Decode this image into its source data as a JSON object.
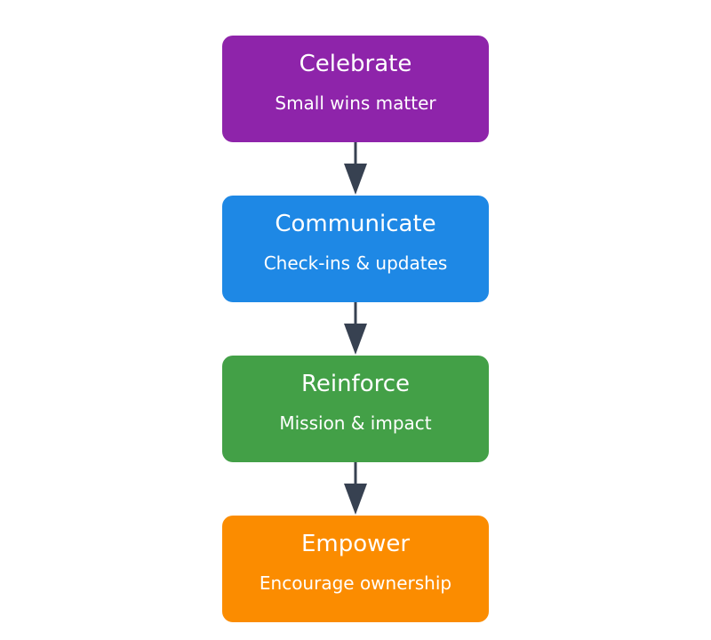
{
  "flow": {
    "steps": [
      {
        "title": "Celebrate",
        "subtitle": "Small wins matter",
        "color": "#8e24aa"
      },
      {
        "title": "Communicate",
        "subtitle": "Check-ins & updates",
        "color": "#1e88e5"
      },
      {
        "title": "Reinforce",
        "subtitle": "Mission & impact",
        "color": "#43a047"
      },
      {
        "title": "Empower",
        "subtitle": "Encourage ownership",
        "color": "#fb8c00"
      }
    ],
    "connector_color": "#374151"
  }
}
